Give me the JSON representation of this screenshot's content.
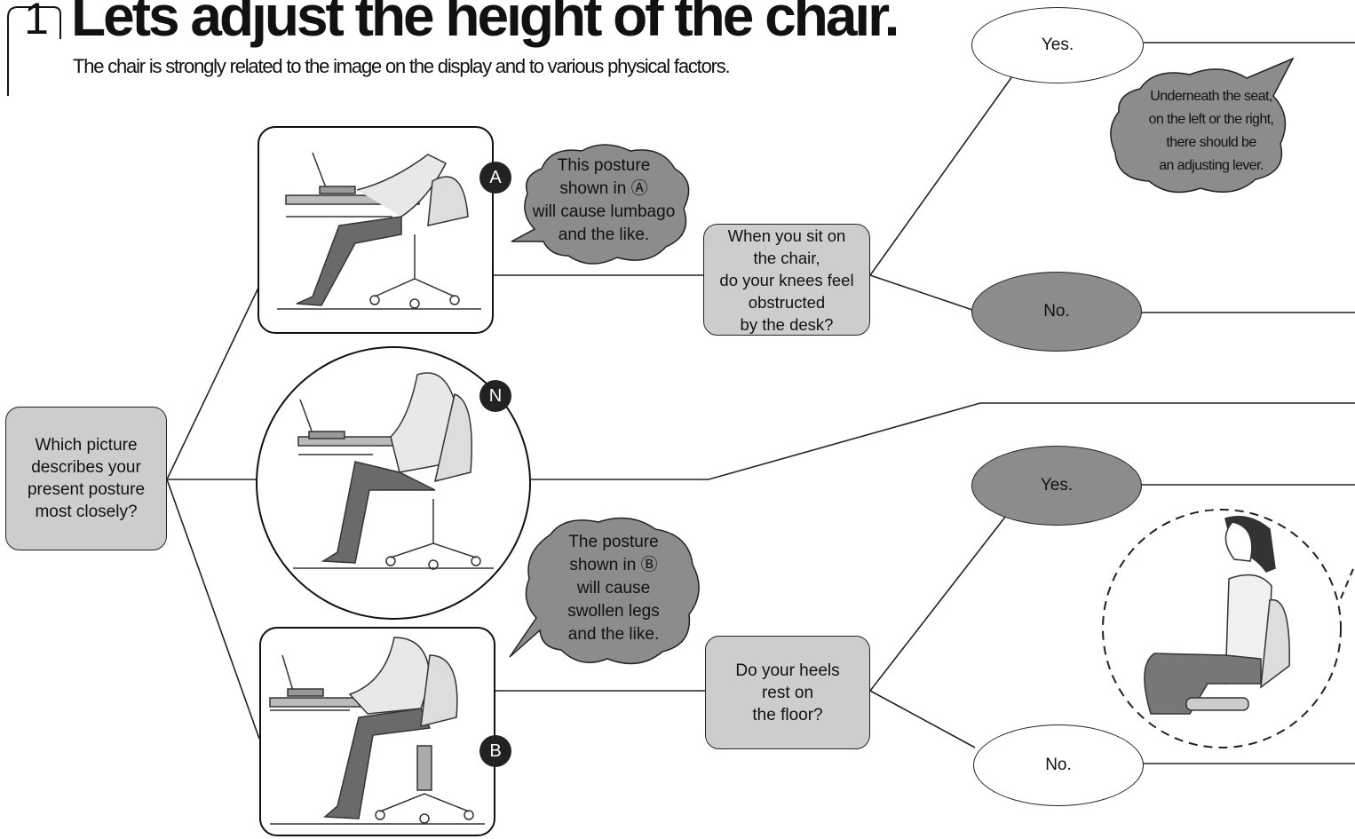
{
  "header": {
    "step_number": "1",
    "title": "Lets adjust the height of the chair.",
    "subtitle": "The chair is strongly related to the image on the display and to various physical factors."
  },
  "question_start": "Which picture\ndescribes your\npresent posture\nmost closely?",
  "badges": {
    "a": "A",
    "n": "N",
    "b": "B"
  },
  "bubble_a": "This posture\nshown in Ⓐ\nwill cause lumbago\nand the like.",
  "bubble_b": "The posture\nshown in Ⓑ\nwill cause\nswollen legs\nand the like.",
  "question_knees": "When you sit on\nthe chair,\ndo your knees feel\nobstructed\nby the desk?",
  "question_heels": "Do your heels\nrest on\nthe floor?",
  "answers": {
    "yes_top": "Yes.",
    "no_top": "No.",
    "yes_bottom": "Yes.",
    "no_bottom": "No."
  },
  "bubble_lever": "Underneath the seat,\non the left or the right,\nthere should be\nan adjusting lever.",
  "colors": {
    "dark_fill": "#8c8c8c",
    "box_fill": "#cdcdcd",
    "line": "#222222"
  }
}
